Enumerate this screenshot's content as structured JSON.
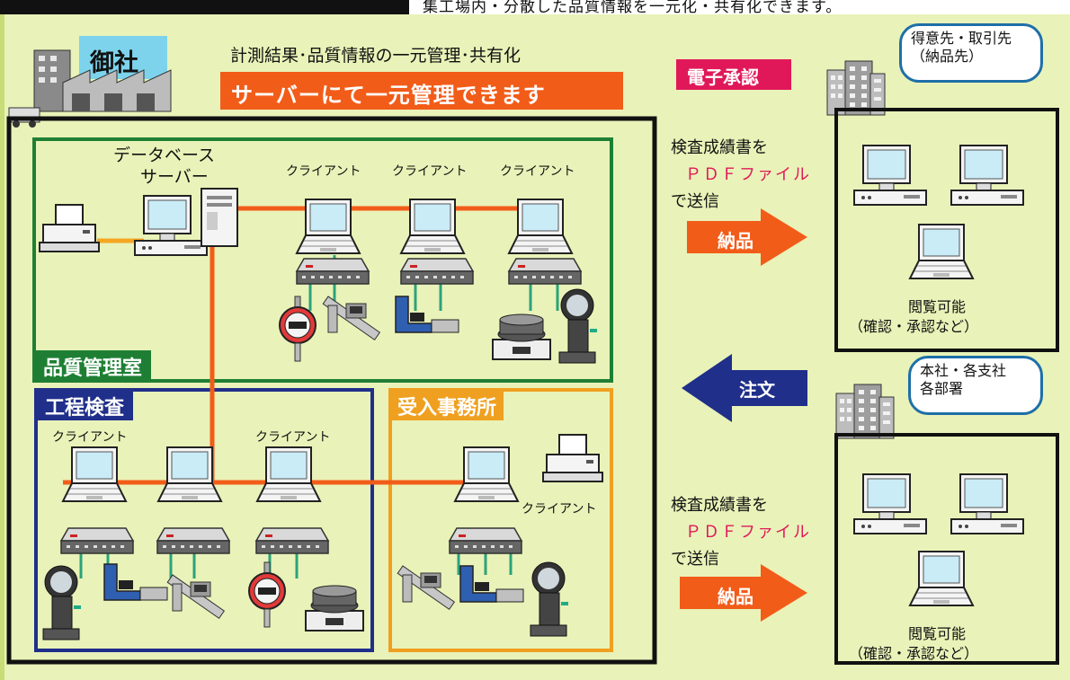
{
  "header": {
    "partial_text": "集工場内・分散した品質情報を一元化・共有化できます。"
  },
  "company": {
    "label": "御社"
  },
  "headline": {
    "subtitle": "計測結果･品質情報の一元管理･共有化",
    "banner": "サーバーにて一元管理できます"
  },
  "server": {
    "label_line1": "データベース",
    "label_line2": "サーバー"
  },
  "rooms": {
    "quality_control": "品質管理室",
    "process_inspection": "工程検査",
    "receiving_office": "受入事務所"
  },
  "client_label": "クライアント",
  "flows": {
    "e_approval": "電子承認",
    "send_line1": "検査成績書を",
    "send_line2": "ＰＤＦファイル",
    "send_line3": "で送信",
    "delivery": "納品",
    "order": "注文"
  },
  "customers": {
    "cloud_line1": "得意先・取引先",
    "cloud_line2": "（納品先）",
    "view_line1": "閲覧可能",
    "view_line2": "（確認・承認など）"
  },
  "branches": {
    "cloud_line1": "本社・各支社",
    "cloud_line2": "各部署",
    "view_line1": "閲覧可能",
    "view_line2": "（確認・承認など）"
  },
  "colors": {
    "background": "#e9f2b8",
    "network_line": "#f25c19",
    "quality_border": "#1e7f34",
    "process_border": "#1f2f8a",
    "receiving_border": "#f0a020",
    "banner": "#f25c19",
    "e_approval": "#e0185a",
    "order_arrow": "#1f2f8a"
  },
  "icons": [
    "factory-icon",
    "office-building-icon",
    "printer-icon",
    "laptop-icon",
    "desktop-icon",
    "data-multiplexer-icon",
    "dial-gauge-icon",
    "caliper-icon",
    "micrometer-icon",
    "scale-icon",
    "profile-projector-icon"
  ]
}
